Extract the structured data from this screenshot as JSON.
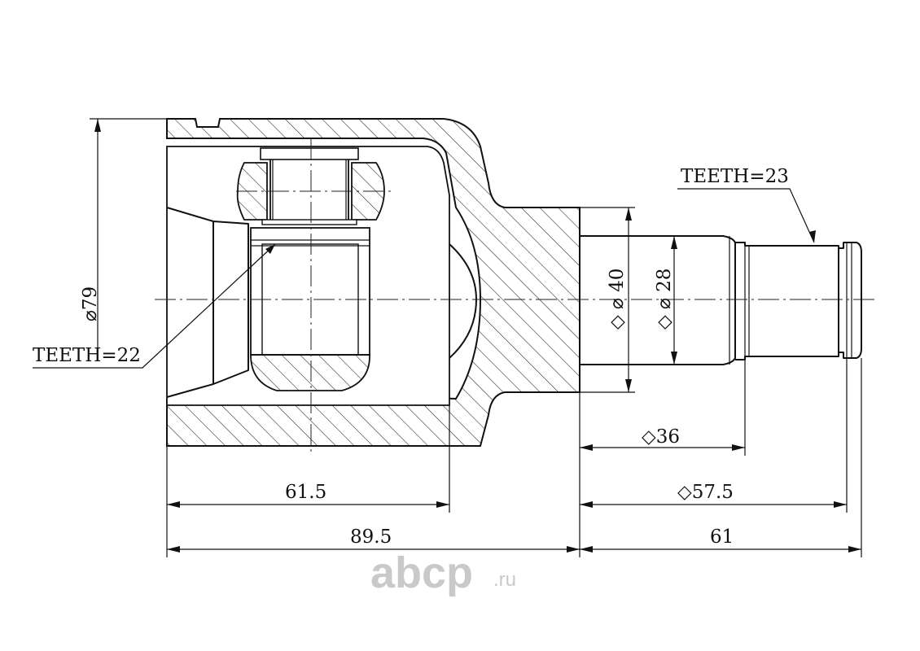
{
  "dimensions": {
    "outer_diameter": "⌀79",
    "length_inner_to_bell": "61.5",
    "length_body": "89.5",
    "length_shaft": "61",
    "spline_length_total": "◇57.5",
    "spline_length_short": "◇36",
    "shaft_diameter_large": "◇ ⌀ 40",
    "shaft_diameter_small": "◇ ⌀ 28"
  },
  "labels": {
    "teeth_inner": "TEETH=22",
    "teeth_outer": "TEETH=23"
  },
  "watermark": {
    "brand": "abcp",
    "suffix": ".ru"
  }
}
